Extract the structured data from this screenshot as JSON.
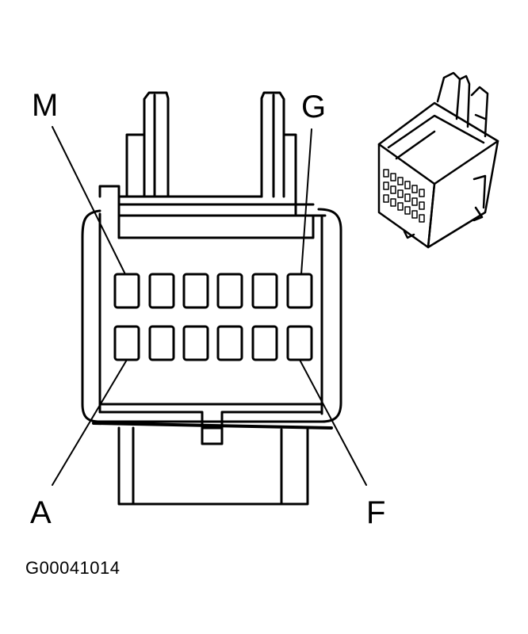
{
  "labels": {
    "top_left": "M",
    "top_right": "G",
    "bottom_left": "A",
    "bottom_right": "F"
  },
  "figure_id": "G00041014",
  "colors": {
    "ink": "#000000",
    "background": "#ffffff"
  }
}
